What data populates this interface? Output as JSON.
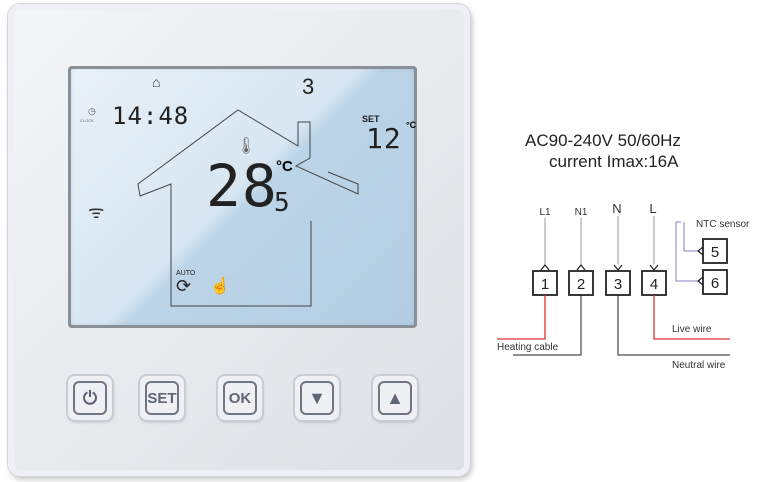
{
  "thermostat": {
    "display": {
      "clock_time": "14:48",
      "clock_label": "CLOCK",
      "program_period": "3",
      "room_temperature_int": "28",
      "room_temperature_dec": "5",
      "temperature_unit": "°C",
      "set_label": "SET",
      "set_temperature": "12",
      "mode_label": "AUTO",
      "icons": [
        "clock-icon",
        "home-sun-icon",
        "thermometer-icon",
        "wifi-icon",
        "auto-cycle-icon",
        "manual-hand-icon"
      ]
    },
    "buttons": [
      {
        "name": "power",
        "icon": "power-icon",
        "label": ""
      },
      {
        "name": "set",
        "label": "SET"
      },
      {
        "name": "ok",
        "label": "OK"
      },
      {
        "name": "down",
        "icon": "triangle-down-icon",
        "label": ""
      },
      {
        "name": "up",
        "icon": "triangle-up-icon",
        "label": ""
      }
    ]
  },
  "wiring": {
    "title_line1": "AC90-240V 50/60Hz",
    "title_line2": "current Imax:16A",
    "terminals": [
      "1",
      "2",
      "3",
      "4",
      "5",
      "6"
    ],
    "top_labels": [
      "L1",
      "N1",
      "N",
      "L"
    ],
    "sensor_label": "NTC sensor",
    "wire_labels": {
      "heating": "Heating cable",
      "live": "Live wire",
      "neutral": "Neutral wire"
    },
    "colors": {
      "live": "#e03030",
      "neutral": "#222222",
      "sensor": "#8a7fc0"
    }
  }
}
